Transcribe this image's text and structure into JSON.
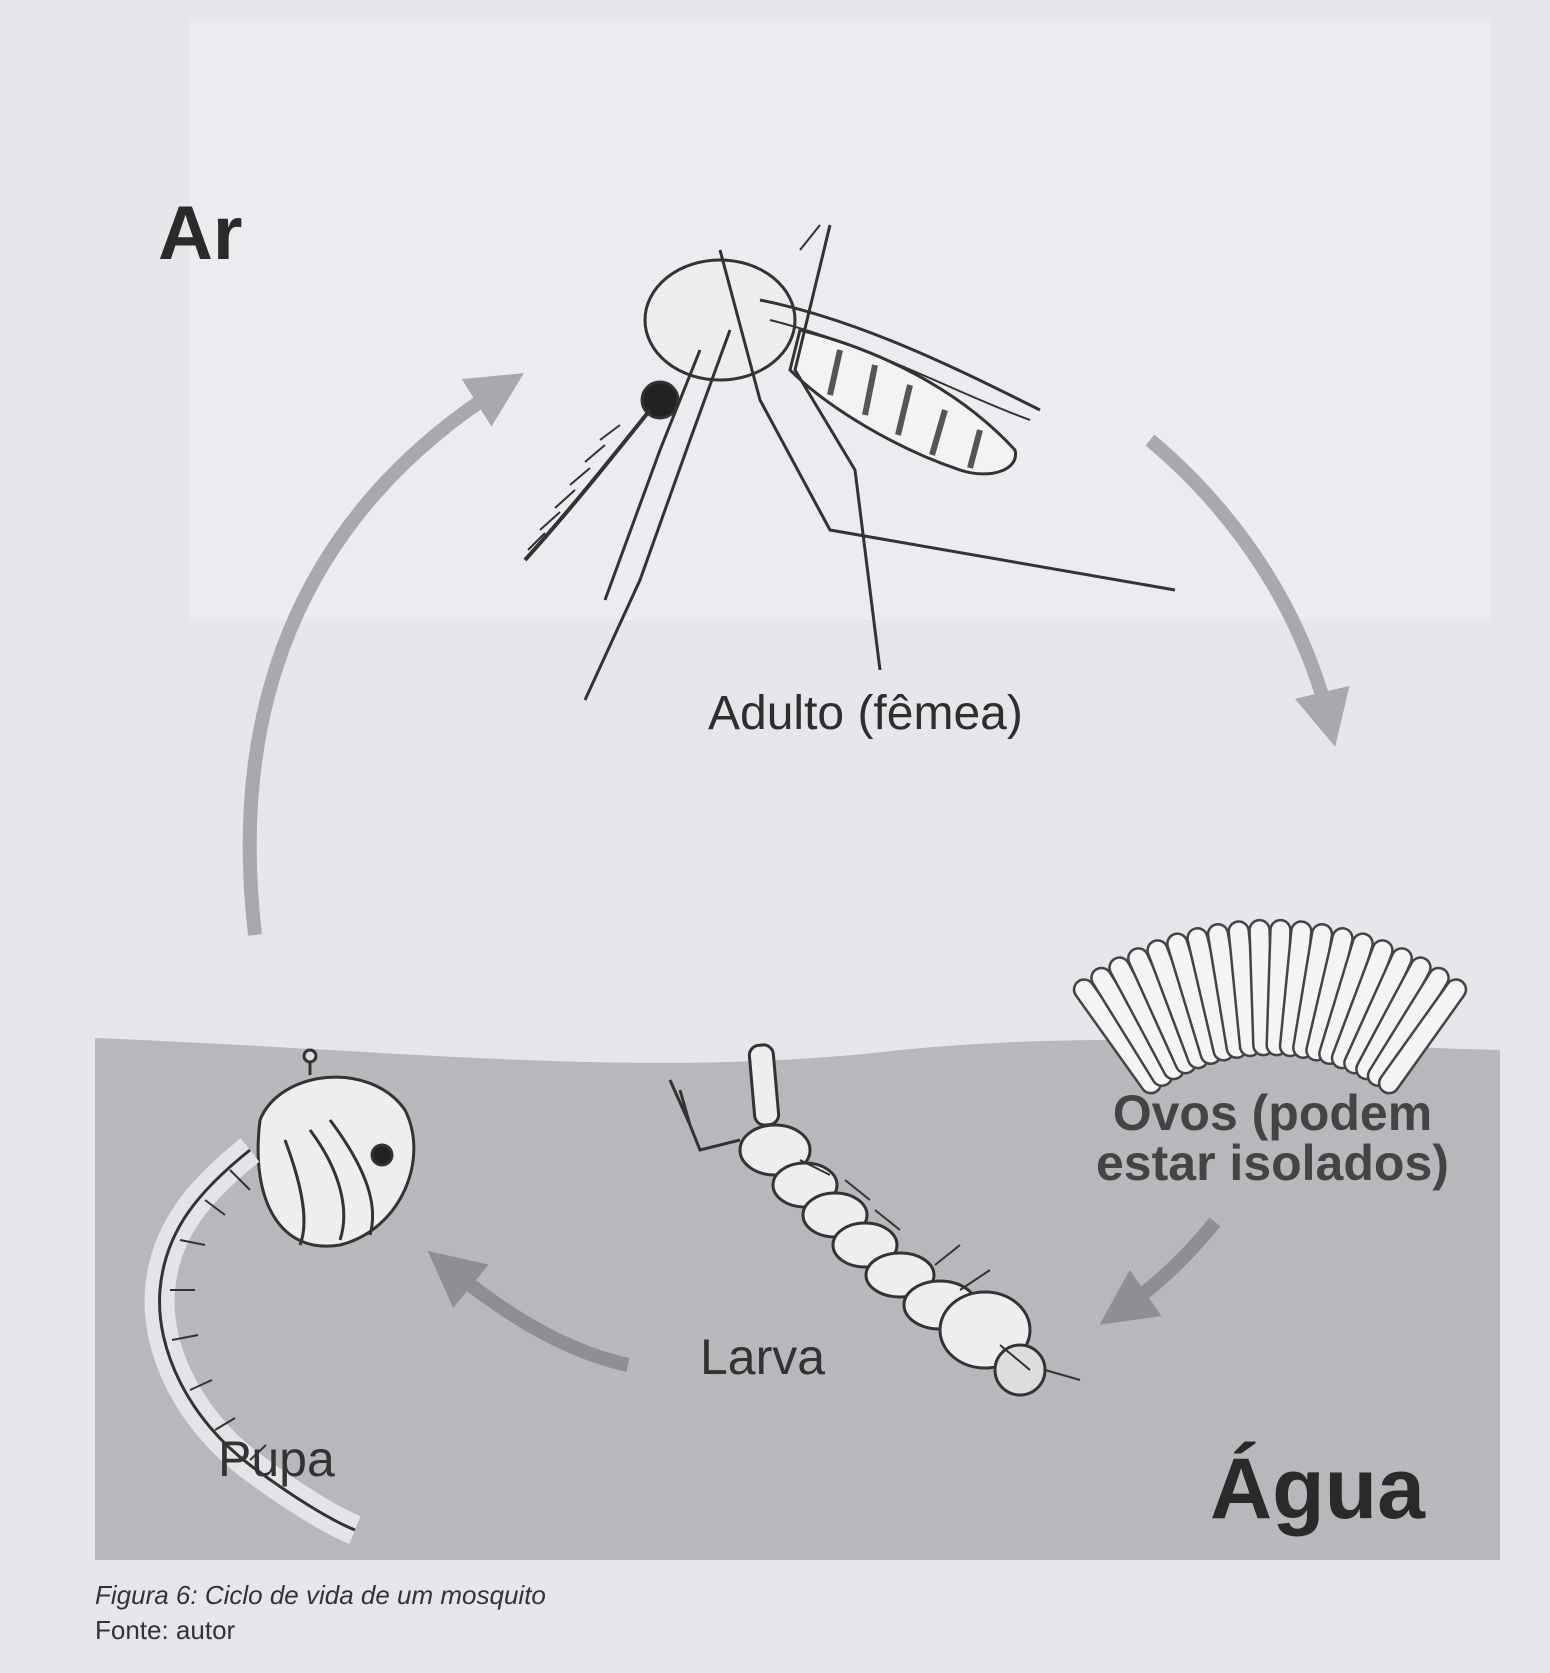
{
  "labels": {
    "air": "Ar",
    "adult": "Adulto (fêmea)",
    "eggs_line1": "Ovos (podem",
    "eggs_line2": "estar isolados)",
    "larva": "Larva",
    "pupa": "Pupa",
    "water": "Água"
  },
  "caption": {
    "title": "Figura 6: Ciclo de vida de um mosquito",
    "source": "Fonte: autor"
  },
  "colors": {
    "background": "#e6e6ea",
    "water": "#b8b8bc",
    "arrow": "#a9a9ad",
    "ink": "#333333"
  }
}
